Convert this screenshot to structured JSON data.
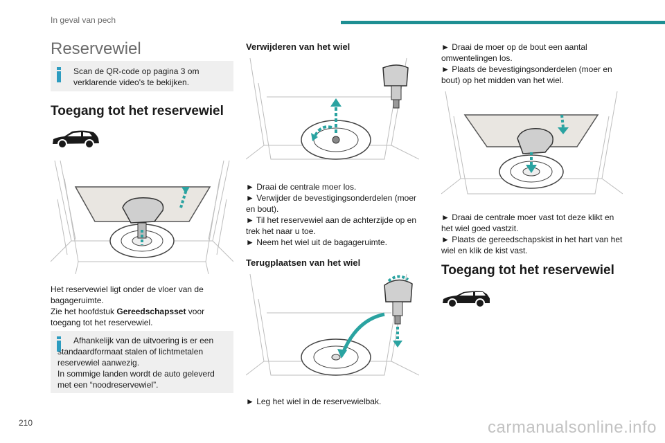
{
  "header": {
    "section": "In geval van pech",
    "accent_color": "#1e8f93"
  },
  "page_number": "210",
  "watermark": "carmanualsonline.info",
  "col1": {
    "title": "Reservewiel",
    "info1": "Scan de QR-code op pagina 3 om verklarende video's te bekijken.",
    "heading_access": "Toegang tot het reservewiel",
    "car_icon": "suv-car-icon",
    "para1": "Het reservewiel ligt onder de vloer van de bagageruimte.",
    "para2_prefix": "Zie het hoofdstuk ",
    "para2_bold": "Gereedschapsset",
    "para2_suffix": " voor toegang tot het reservewiel.",
    "info2_line1": "Afhankelijk van de uitvoering is er een standaardformaat stalen of lichtmetalen reservewiel aanwezig.",
    "info2_line2": "In sommige landen wordt de auto geleverd met een “noodreservewiel”."
  },
  "col2": {
    "heading_remove": "Verwijderen van het wiel",
    "remove_steps": [
      "► Draai de centrale moer los.",
      "► Verwijder de bevestigingsonderdelen (moer en bout).",
      "► Til het reservewiel aan de achterzijde op en trek het naar u toe.",
      "► Neem het wiel uit de bagageruimte."
    ],
    "heading_refit": "Terugplaatsen van het wiel",
    "refit_steps": [
      "► Leg het wiel in de reservewielbak."
    ]
  },
  "col3": {
    "steps_top": [
      "► Draai de moer op de bout een aantal omwentelingen los.",
      "► Plaats de bevestigingsonderdelen (moer en bout) op het midden van het wiel."
    ],
    "steps_bottom": [
      "► Draai de centrale moer vast tot deze klikt en het wiel goed vastzit.",
      "► Plaats de gereedschapskist in het hart van het wiel en klik de kist vast."
    ],
    "heading_access": "Toegang tot het reservewiel",
    "car_icon": "estate-car-icon"
  }
}
